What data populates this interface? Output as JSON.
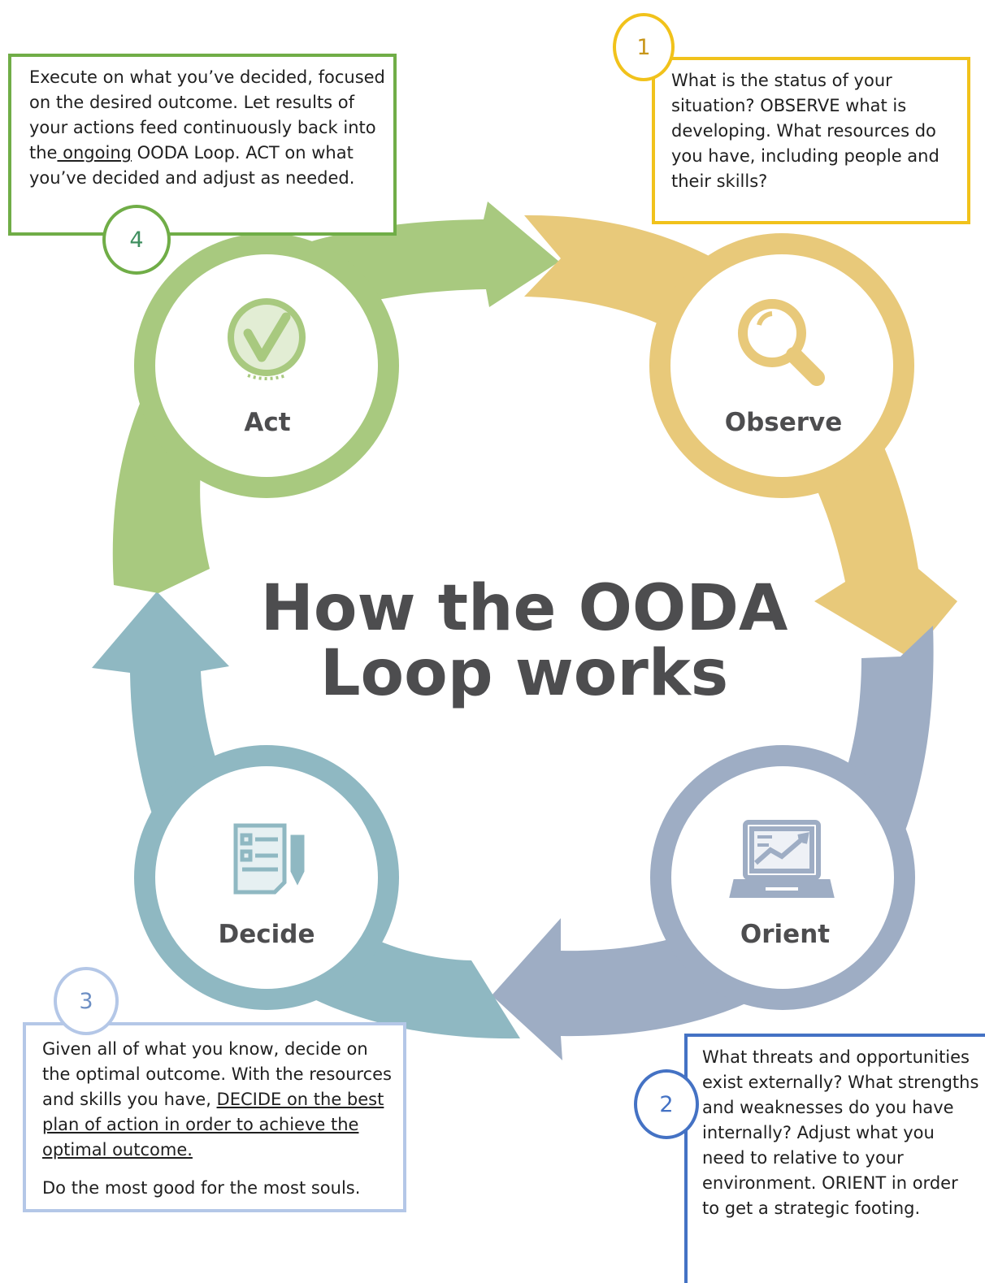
{
  "title_line1": "How the OODA",
  "title_line2": "Loop works",
  "stages": {
    "observe": "Observe",
    "orient": "Orient",
    "decide": "Decide",
    "act": "Act"
  },
  "icons": {
    "observe": "magnifier-icon",
    "orient": "laptop-chart-icon",
    "decide": "document-pencil-icon",
    "act": "checkmark-icon"
  },
  "colors": {
    "observe": "#e8c97a",
    "orient": "#9eadc4",
    "decide": "#8fb8c2",
    "act": "#a8c97f",
    "box1_border": "#f1c21b",
    "box2_border": "#4472c4",
    "box3_border": "#b4c7e7",
    "box4_border": "#70ad47",
    "title": "#4d4d4f"
  },
  "box1": {
    "number": "1",
    "text": "What is the status of your situation? OBSERVE what is developing. What resources do you have, including people and their skills?"
  },
  "box2": {
    "number": "2",
    "text": "What threats and opportunities exist externally? What strengths and weaknesses do you have internally? Adjust what you need to relative to your environment. ORIENT in order to get a strategic footing."
  },
  "box3": {
    "number": "3",
    "text_a": "Given all of what you know, decide on the optimal outcome. With the resources and skills you have, ",
    "text_u": "DECIDE on the best plan of action in order to achieve the optimal outcome.",
    "text_b": "Do the most good for the most souls."
  },
  "box4": {
    "number": "4",
    "text_a": "Execute on what you’ve decided, focused on the desired outcome.  Let results of your actions feed continuously back into the",
    "text_u": " ongoing",
    "text_b": " OODA Loop. ACT on what you’ve decided and adjust as needed."
  }
}
